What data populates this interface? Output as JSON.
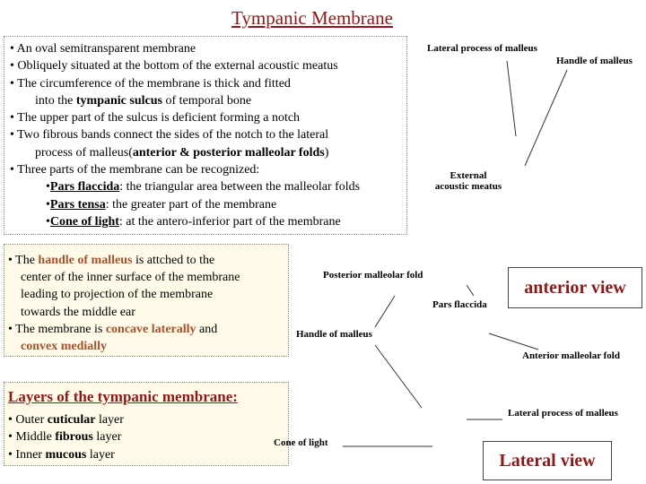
{
  "title": "Tympanic Membrane",
  "box1": {
    "l1": "• An oval semitransparent membrane",
    "l2": "• Obliquely situated at the bottom of the external acoustic meatus",
    "l3": "• The circumference of the membrane is thick and fitted",
    "l4a": "into the ",
    "l4b": "tympanic sulcus",
    "l4c": " of temporal bone",
    "l5": "• The upper part of the sulcus is deficient forming a notch",
    "l6": "• Two fibrous bands connect the sides of the notch to the lateral",
    "l7a": "process of malleus(",
    "l7b": "anterior & posterior malleolar folds",
    "l7c": ")",
    "l8": "• Three parts of the membrane can be recognized:",
    "l9a": "•",
    "l9b": "Pars flaccida",
    "l9c": ": the triangular area between the malleolar folds",
    "l10a": "•",
    "l10b": "Pars tensa",
    "l10c": ": the greater part of the membrane",
    "l11a": "•",
    "l11b": "Cone of light",
    "l11c": ": at the antero-inferior part of the membrane"
  },
  "box2": {
    "l1a": "• The ",
    "l1b": "handle of malleus",
    "l1c": " is attched to the",
    "l2": "center of the inner surface of the membrane",
    "l3": "leading to projection of the membrane",
    "l4": "towards the middle ear",
    "l5a": "• The membrane is ",
    "l5b": "concave laterally",
    "l5c": " and",
    "l6a": "convex medially"
  },
  "layers": {
    "heading": "Layers of the tympanic membrane:",
    "l1a": "• Outer ",
    "l1b": "cuticular",
    "l1c": " layer",
    "l2a": "• Middle ",
    "l2b": "fibrous",
    "l2c": " layer",
    "l3a": "• Inner ",
    "l3b": "mucous",
    "l3c": " layer"
  },
  "labels": {
    "lateral_process_top": "Lateral process of malleus",
    "handle_top": "Handle of malleus",
    "external_meatus_1": "External",
    "external_meatus_2": "acoustic meatus",
    "posterior_fold": "Posterior malleolar fold",
    "pars_flaccida": "Pars flaccida",
    "handle_mid": "Handle of malleus",
    "anterior_fold": "Anterior malleolar fold",
    "lateral_process_bottom": "Lateral process of malleus",
    "cone_of_light": "Cone of light"
  },
  "views": {
    "anterior": "anterior view",
    "lateral": "Lateral view"
  },
  "colors": {
    "accent": "#8b1a1a",
    "highlight": "#a0522d",
    "panel": "#fffbe8"
  }
}
